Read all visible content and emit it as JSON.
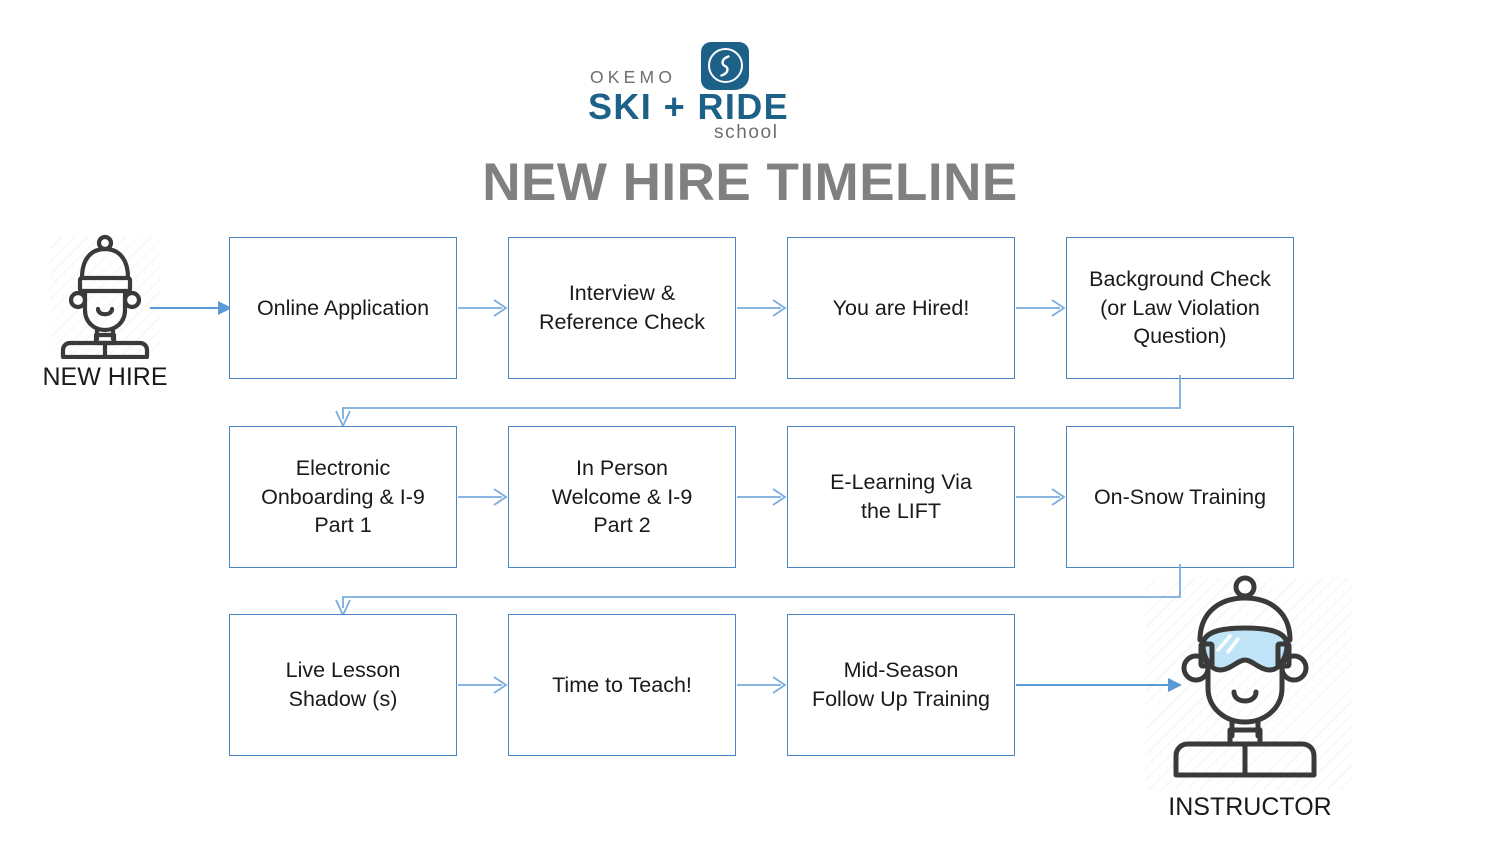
{
  "logo": {
    "line1": "OKEMO",
    "line2": "SKI + RIDE",
    "line3": "school",
    "mark_color": "#1d6189",
    "text_color": "#1d6189",
    "muted_color": "#6e6e6e"
  },
  "title": "NEW HIRE TIMELINE",
  "title_color": "#808080",
  "accent_color": "#4a86c5",
  "start": {
    "label": "NEW HIRE",
    "icon": "new-hire-person-icon"
  },
  "end": {
    "label": "INSTRUCTOR",
    "icon": "instructor-person-icon",
    "goggle_color": "#bfe3f7"
  },
  "rows": [
    {
      "index": 1,
      "steps": [
        {
          "id": "online-application",
          "label": "Online Application"
        },
        {
          "id": "interview-reference-check",
          "label": "Interview &\nReference Check"
        },
        {
          "id": "you-are-hired",
          "label": "You are Hired!"
        },
        {
          "id": "background-check",
          "label": "Background Check\n(or Law Violation\nQuestion)"
        }
      ]
    },
    {
      "index": 2,
      "steps": [
        {
          "id": "electronic-onboarding",
          "label": "Electronic\nOnboarding & I-9\nPart 1"
        },
        {
          "id": "in-person-welcome",
          "label": "In Person\nWelcome & I-9\nPart 2"
        },
        {
          "id": "e-learning-lift",
          "label": "E-Learning Via\nthe LIFT"
        },
        {
          "id": "on-snow-training",
          "label": "On-Snow Training"
        }
      ]
    },
    {
      "index": 3,
      "steps": [
        {
          "id": "live-lesson-shadow",
          "label": "Live Lesson\nShadow (s)"
        },
        {
          "id": "time-to-teach",
          "label": "Time to Teach!"
        },
        {
          "id": "mid-season-follow-up",
          "label": "Mid-Season\nFollow Up Training"
        }
      ]
    }
  ]
}
